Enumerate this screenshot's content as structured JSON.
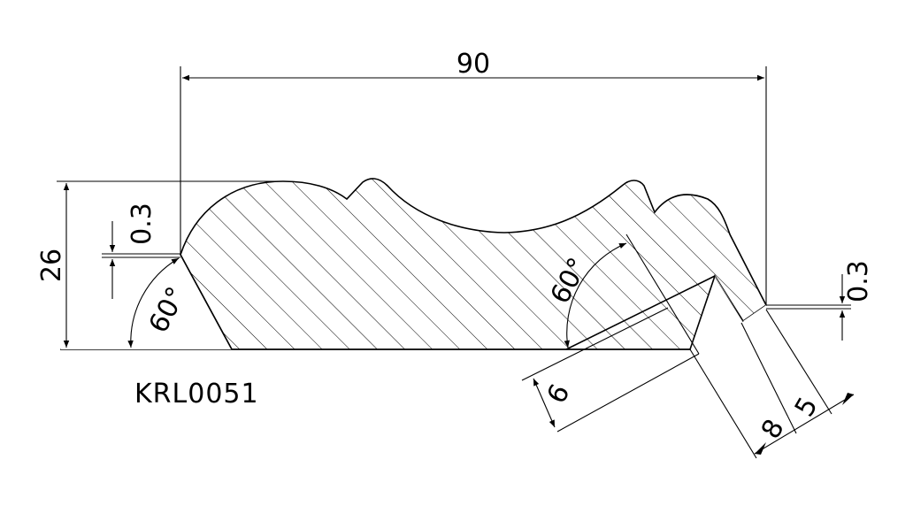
{
  "drawing": {
    "part_code": "KRL0051",
    "dimensions": {
      "overall_width": "90",
      "overall_height": "26",
      "left_chamfer_offset": "0.3",
      "right_chamfer_offset": "0.3",
      "left_angle": "60°",
      "inner_angle": "60°",
      "groove_offset": "6",
      "slot_depth": "8",
      "slot_width": "5"
    },
    "colors": {
      "stroke": "#000000",
      "background": "#ffffff"
    }
  }
}
